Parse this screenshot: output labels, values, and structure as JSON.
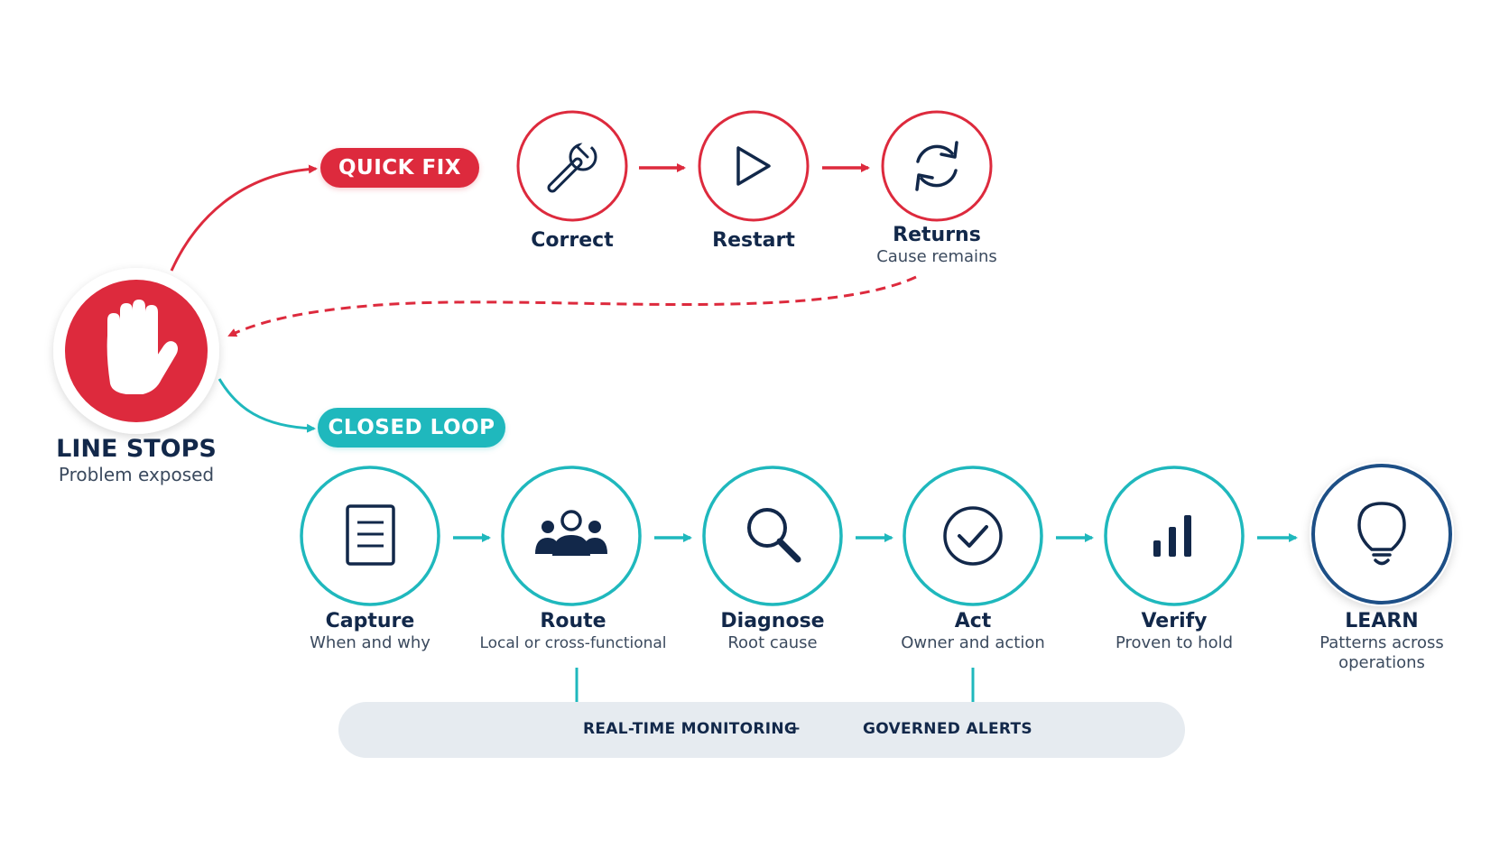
{
  "colors": {
    "red": "#dd2a3d",
    "teal": "#1fb8bd",
    "navy": "#12284a",
    "dark_blue": "#1d4f86",
    "bar": "#e6ebf0"
  },
  "origin": {
    "title": "LINE STOPS",
    "subtitle": "Problem exposed",
    "icon": "hand-stop-icon"
  },
  "quick_fix": {
    "label": "QUICK FIX",
    "steps": [
      {
        "title": "Correct",
        "subtitle": "",
        "icon": "wrench-icon"
      },
      {
        "title": "Restart",
        "subtitle": "",
        "icon": "play-icon"
      },
      {
        "title": "Returns",
        "subtitle": "Cause remains",
        "icon": "refresh-icon"
      }
    ]
  },
  "closed_loop": {
    "label": "CLOSED LOOP",
    "steps": [
      {
        "title": "Capture",
        "subtitle": "When and why",
        "icon": "document-icon"
      },
      {
        "title": "Route",
        "subtitle": "Local or cross-functional",
        "icon": "team-icon"
      },
      {
        "title": "Diagnose",
        "subtitle": "Root cause",
        "icon": "magnifier-icon"
      },
      {
        "title": "Act",
        "subtitle": "Owner and action",
        "icon": "check-circle-icon"
      },
      {
        "title": "Verify",
        "subtitle": "Proven to hold",
        "icon": "bar-chart-icon"
      },
      {
        "title": "LEARN",
        "subtitle": "Patterns across operations",
        "icon": "lightbulb-icon"
      }
    ]
  },
  "support_bar": {
    "monitoring": "REAL-TIME MONITORING",
    "plus": "+",
    "alerts": "GOVERNED ALERTS",
    "monitoring_icon": "monitor-icon",
    "alerts_icon": "alarm-bell-icon"
  }
}
